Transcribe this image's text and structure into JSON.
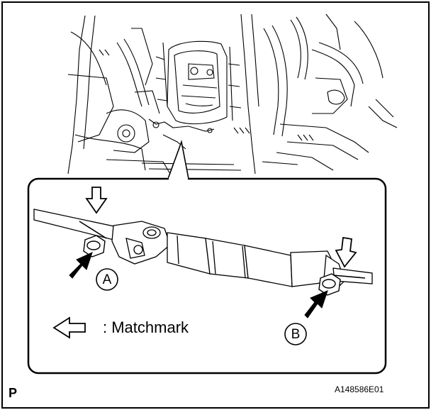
{
  "figure": {
    "legend": {
      "text": ": Matchmark"
    },
    "callouts": [
      {
        "id": "A",
        "label": "A"
      },
      {
        "id": "B",
        "label": "B"
      }
    ],
    "page_letter": "P",
    "figure_code": "A148586E01",
    "icons": [
      "engine-transmission-underside-drawing",
      "steering-intermediate-shaft-drawing",
      "matchmark-arrow-icon",
      "bolt-pointer-arrow-icon"
    ],
    "colors": {
      "line": "#000000",
      "background": "#ffffff"
    }
  }
}
